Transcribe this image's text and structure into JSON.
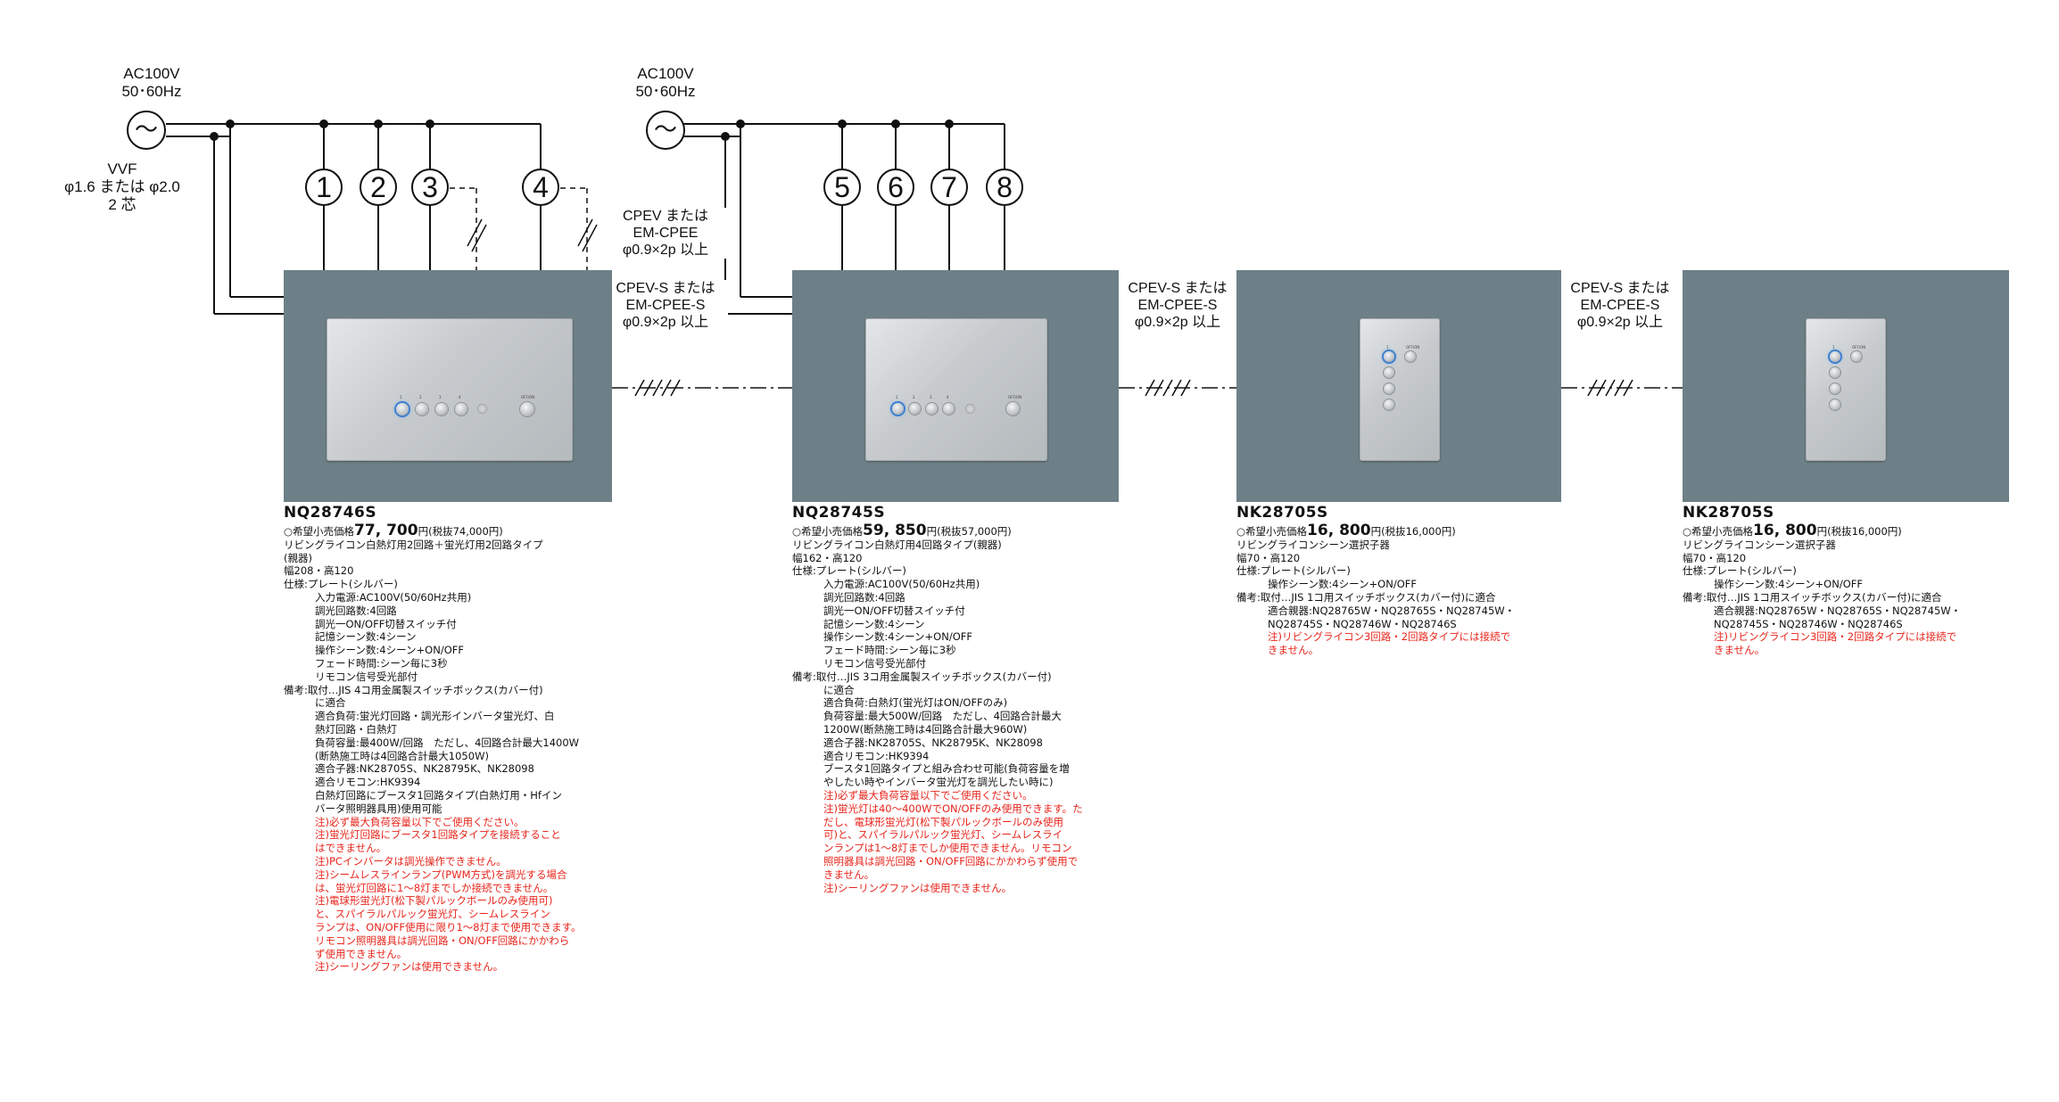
{
  "power": {
    "left": {
      "voltage": "AC100V",
      "freq": "50･60Hz",
      "symbol": "～"
    },
    "right": {
      "voltage": "AC100V",
      "freq": "50･60Hz",
      "symbol": "～"
    }
  },
  "vvf": [
    "VVF",
    "φ1.6 または φ2.0",
    "2 芯"
  ],
  "circuits": [
    "1",
    "2",
    "3",
    "4",
    "5",
    "6",
    "7",
    "8"
  ],
  "cables": {
    "cpev": [
      "CPEV または",
      "EM-CPEE",
      "φ0.9×2p 以上"
    ],
    "cpev_s_1": [
      "CPEV-S または",
      "EM-CPEE-S",
      "φ0.9×2p 以上"
    ],
    "cpev_s_2": [
      "CPEV-S または",
      "EM-CPEE-S",
      "φ0.9×2p 以上"
    ],
    "cpev_s_3": [
      "CPEV-S または",
      "EM-CPEE-S",
      "φ0.9×2p 以上"
    ]
  },
  "plate_text": {
    "off_on": "OFF/ON",
    "n1": "1",
    "n2": "2",
    "n3": "3",
    "n4": "4"
  },
  "products": [
    {
      "model": "NQ28746S",
      "price_prefix": "○希望小売価格",
      "price_main": "77, 700",
      "price_suffix": "円(税抜74,000円)",
      "lines": [
        {
          "t": "リビングライコン白熱灯用2回路＋蛍光灯用2回路タイプ",
          "s": ""
        },
        {
          "t": "(親器)",
          "s": ""
        },
        {
          "t": "幅208・高120",
          "s": ""
        },
        {
          "t": "仕様:プレート(シルバー)",
          "s": ""
        },
        {
          "t": "入力電源:AC100V(50/60Hz共用)",
          "s": "ind"
        },
        {
          "t": "調光回路数:4回路",
          "s": "ind"
        },
        {
          "t": "調光一ON/OFF切替スイッチ付",
          "s": "ind"
        },
        {
          "t": "記憶シーン数:4シーン",
          "s": "ind"
        },
        {
          "t": "操作シーン数:4シーン+ON/OFF",
          "s": "ind"
        },
        {
          "t": "フェード時間:シーン毎に3秒",
          "s": "ind"
        },
        {
          "t": "リモコン信号受光部付",
          "s": "ind"
        },
        {
          "t": "備考:取付…JIS 4コ用金属製スイッチボックス(カバー付)",
          "s": ""
        },
        {
          "t": "に適合",
          "s": "ind"
        },
        {
          "t": "適合負荷:蛍光灯回路・調光形インバータ蛍光灯、白",
          "s": "ind"
        },
        {
          "t": "熱灯回路・白熱灯",
          "s": "ind"
        },
        {
          "t": "負荷容量:最400W/回路　ただし、4回路合計最大1400W",
          "s": "ind"
        },
        {
          "t": "(断熱施工時は4回路合計最大1050W)",
          "s": "ind"
        },
        {
          "t": "適合子器:NK28705S、NK28795K、NK28098",
          "s": "ind"
        },
        {
          "t": "適合リモコン:HK9394",
          "s": "ind"
        },
        {
          "t": "白熱灯回路にブースタ1回路タイプ(白熱灯用・Hfイン",
          "s": "ind"
        },
        {
          "t": "バータ照明器具用)使用可能",
          "s": "ind"
        },
        {
          "t": "注)必ず最大負荷容量以下でご使用ください。",
          "s": "ind red"
        },
        {
          "t": "注)蛍光灯回路にブースタ1回路タイプを接続すること",
          "s": "ind red"
        },
        {
          "t": "はできません。",
          "s": "ind red"
        },
        {
          "t": "注)PCインバータは調光操作できません。",
          "s": "ind red"
        },
        {
          "t": "注)シームレスラインランプ(PWM方式)を調光する場合",
          "s": "ind red"
        },
        {
          "t": "は、蛍光灯回路に1～8灯までしか接続できません。",
          "s": "ind red"
        },
        {
          "t": "注)電球形蛍光灯(松下製パルックボールのみ使用可)",
          "s": "ind red"
        },
        {
          "t": "と、スパイラルパルック蛍光灯、シームレスライン",
          "s": "ind red"
        },
        {
          "t": "ランプは、ON/OFF使用に限り1～8灯まで使用できます。",
          "s": "ind red"
        },
        {
          "t": "リモコン照明器具は調光回路・ON/OFF回路にかかわら",
          "s": "ind red"
        },
        {
          "t": "ず使用できません。",
          "s": "ind red"
        },
        {
          "t": "注)シーリングファンは使用できません。",
          "s": "ind red"
        }
      ]
    },
    {
      "model": "NQ28745S",
      "price_prefix": "○希望小売価格",
      "price_main": "59, 850",
      "price_suffix": "円(税抜57,000円)",
      "lines": [
        {
          "t": "リビングライコン白熱灯用4回路タイプ(親器)",
          "s": ""
        },
        {
          "t": "幅162・高120",
          "s": ""
        },
        {
          "t": "仕様:プレート(シルバー)",
          "s": ""
        },
        {
          "t": "入力電源:AC100V(50/60Hz共用)",
          "s": "ind"
        },
        {
          "t": "調光回路数:4回路",
          "s": "ind"
        },
        {
          "t": "調光一ON/OFF切替スイッチ付",
          "s": "ind"
        },
        {
          "t": "記憶シーン数:4シーン",
          "s": "ind"
        },
        {
          "t": "操作シーン数:4シーン+ON/OFF",
          "s": "ind"
        },
        {
          "t": "フェード時間:シーン毎に3秒",
          "s": "ind"
        },
        {
          "t": "リモコン信号受光部付",
          "s": "ind"
        },
        {
          "t": "備考:取付…JIS 3コ用金属製スイッチボックス(カバー付)",
          "s": ""
        },
        {
          "t": "に適合",
          "s": "ind"
        },
        {
          "t": "適合負荷:白熱灯(蛍光灯はON/OFFのみ)",
          "s": "ind"
        },
        {
          "t": "負荷容量:最大500W/回路　ただし、4回路合計最大",
          "s": "ind"
        },
        {
          "t": "1200W(断熱施工時は4回路合計最大960W)",
          "s": "ind"
        },
        {
          "t": "適合子器:NK28705S、NK28795K、NK28098",
          "s": "ind"
        },
        {
          "t": "適合リモコン:HK9394",
          "s": "ind"
        },
        {
          "t": "ブースタ1回路タイプと組み合わせ可能(負荷容量を増",
          "s": "ind"
        },
        {
          "t": "やしたい時やインバータ蛍光灯を調光したい時に)",
          "s": "ind"
        },
        {
          "t": "注)必ず最大負荷容量以下でご使用ください。",
          "s": "ind red"
        },
        {
          "t": "注)蛍光灯は40～400WでON/OFFのみ使用できます。た",
          "s": "ind red"
        },
        {
          "t": "だし、電球形蛍光灯(松下製パルックボールのみ使用",
          "s": "ind red"
        },
        {
          "t": "可)と、スパイラルパルック蛍光灯、シームレスライ",
          "s": "ind red"
        },
        {
          "t": "ンランプは1～8灯までしか使用できません。リモコン",
          "s": "ind red"
        },
        {
          "t": "照明器具は調光回路・ON/OFF回路にかかわらず使用で",
          "s": "ind red"
        },
        {
          "t": "きません。",
          "s": "ind red"
        },
        {
          "t": "注)シーリングファンは使用できません。",
          "s": "ind red"
        }
      ]
    },
    {
      "model": "NK28705S",
      "price_prefix": "○希望小売価格",
      "price_main": "16, 800",
      "price_suffix": "円(税抜16,000円)",
      "lines": [
        {
          "t": "リビングライコンシーン選択子器",
          "s": ""
        },
        {
          "t": "幅70・高120",
          "s": ""
        },
        {
          "t": "仕様:プレート(シルバー)",
          "s": ""
        },
        {
          "t": "操作シーン数:4シーン+ON/OFF",
          "s": "ind"
        },
        {
          "t": "備考:取付…JIS 1コ用スイッチボックス(カバー付)に適合",
          "s": ""
        },
        {
          "t": "適合親器:NQ28765W・NQ28765S・NQ28745W・",
          "s": "ind"
        },
        {
          "t": "NQ28745S・NQ28746W・NQ28746S",
          "s": "ind"
        },
        {
          "t": "注)リビングライコン3回路・2回路タイプには接続で",
          "s": "ind red"
        },
        {
          "t": "きません。",
          "s": "ind red"
        }
      ]
    },
    {
      "model": "NK28705S",
      "price_prefix": "○希望小売価格",
      "price_main": "16, 800",
      "price_suffix": "円(税抜16,000円)",
      "lines": [
        {
          "t": "リビングライコンシーン選択子器",
          "s": ""
        },
        {
          "t": "幅70・高120",
          "s": ""
        },
        {
          "t": "仕様:プレート(シルバー)",
          "s": ""
        },
        {
          "t": "操作シーン数:4シーン+ON/OFF",
          "s": "ind"
        },
        {
          "t": "備考:取付…JIS 1コ用スイッチボックス(カバー付)に適合",
          "s": ""
        },
        {
          "t": "適合親器:NQ28765W・NQ28765S・NQ28745W・",
          "s": "ind"
        },
        {
          "t": "NQ28745S・NQ28746W・NQ28746S",
          "s": "ind"
        },
        {
          "t": "注)リビングライコン3回路・2回路タイプには接続で",
          "s": "ind red"
        },
        {
          "t": "きません。",
          "s": "ind red"
        }
      ]
    }
  ],
  "colors": {
    "box": "#6e8087",
    "note_red": "#e8241b",
    "led_blue": "#3d7fd0"
  }
}
